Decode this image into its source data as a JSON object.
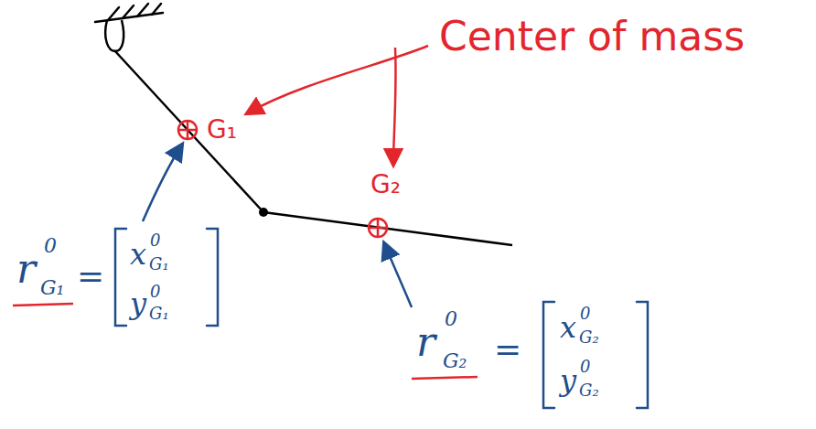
{
  "diagram": {
    "labels": [
      "Center of mass",
      "G₁",
      "G₂",
      "r",
      "0",
      "G₁",
      "=",
      "x",
      "0",
      "G₁",
      "y",
      "0",
      "G₁",
      "r",
      "0",
      "G₂",
      "=",
      "x",
      "0",
      "G₂",
      "y",
      "0",
      "G₂"
    ]
  }
}
